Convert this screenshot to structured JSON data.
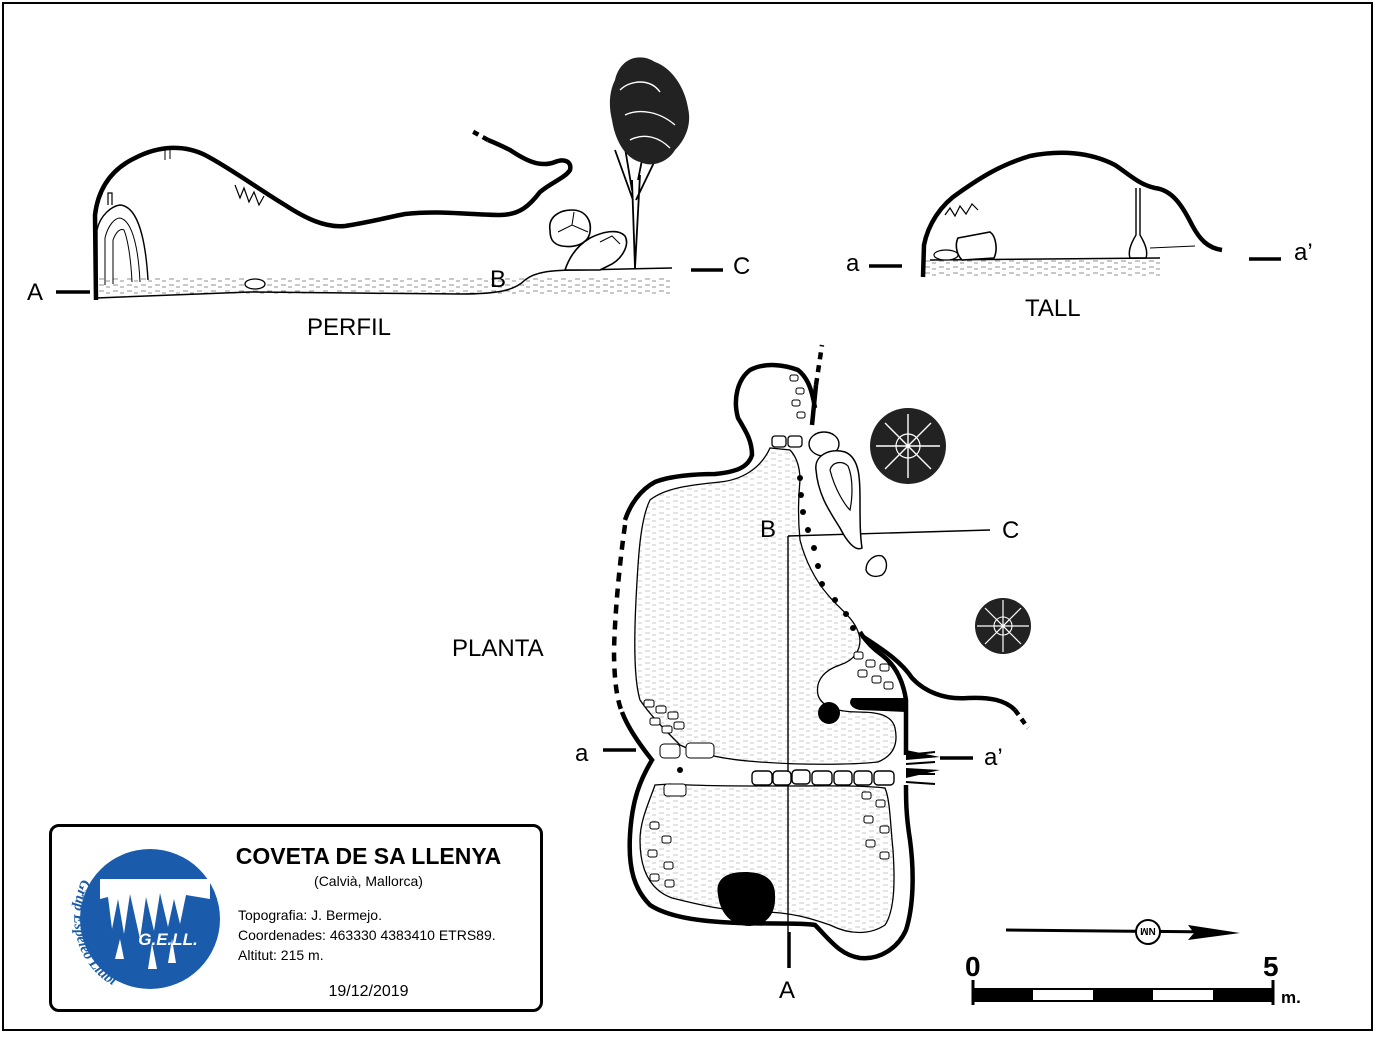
{
  "labels": {
    "perfil": "PERFIL",
    "tall": "TALL",
    "planta": "PLANTA",
    "point_A": "A",
    "point_B": "B",
    "point_C": "C",
    "point_a": "a",
    "point_a_prime": "a’"
  },
  "title_block": {
    "title": "COVETA DE SA LLENYA",
    "location": "(Calvià, Mallorca)",
    "topografia": "Topografia: J. Bermejo.",
    "coordenades": "Coordenades: 463330 4383410 ETRS89.",
    "altitut": "Altitut: 215 m.",
    "date": "19/12/2019"
  },
  "logo": {
    "acronym": "G.E.LL.",
    "arc_text": "Grup Espeleo Llubí",
    "color": "#1a5cab"
  },
  "scale": {
    "start": "0",
    "end": "5",
    "unit": "m."
  },
  "north_arrow": {
    "label": "NM"
  }
}
